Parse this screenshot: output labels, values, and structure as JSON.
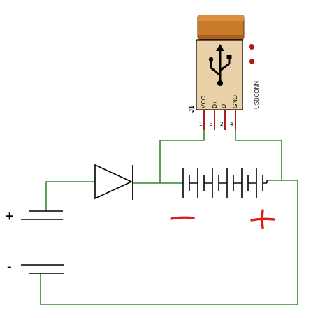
{
  "colors": {
    "wire": "#2e8b2e",
    "connector_body": "#e9d0a8",
    "connector_shell": "#c87a2a",
    "indicator_dots": "#b21b1b",
    "annotation": "#e01b1b"
  },
  "usb_connector": {
    "ref": "J1",
    "part_name": "USBCONN",
    "icon": "usb-icon",
    "pins": [
      {
        "name": "VCC",
        "number": "1"
      },
      {
        "name": "D+",
        "number": "3"
      },
      {
        "name": "D-",
        "number": "2"
      },
      {
        "name": "GND",
        "number": "4"
      }
    ]
  },
  "supply_battery": {
    "positive_label": "+",
    "negative_label": "-"
  },
  "annotations": {
    "minus": "—",
    "plus": "+"
  }
}
